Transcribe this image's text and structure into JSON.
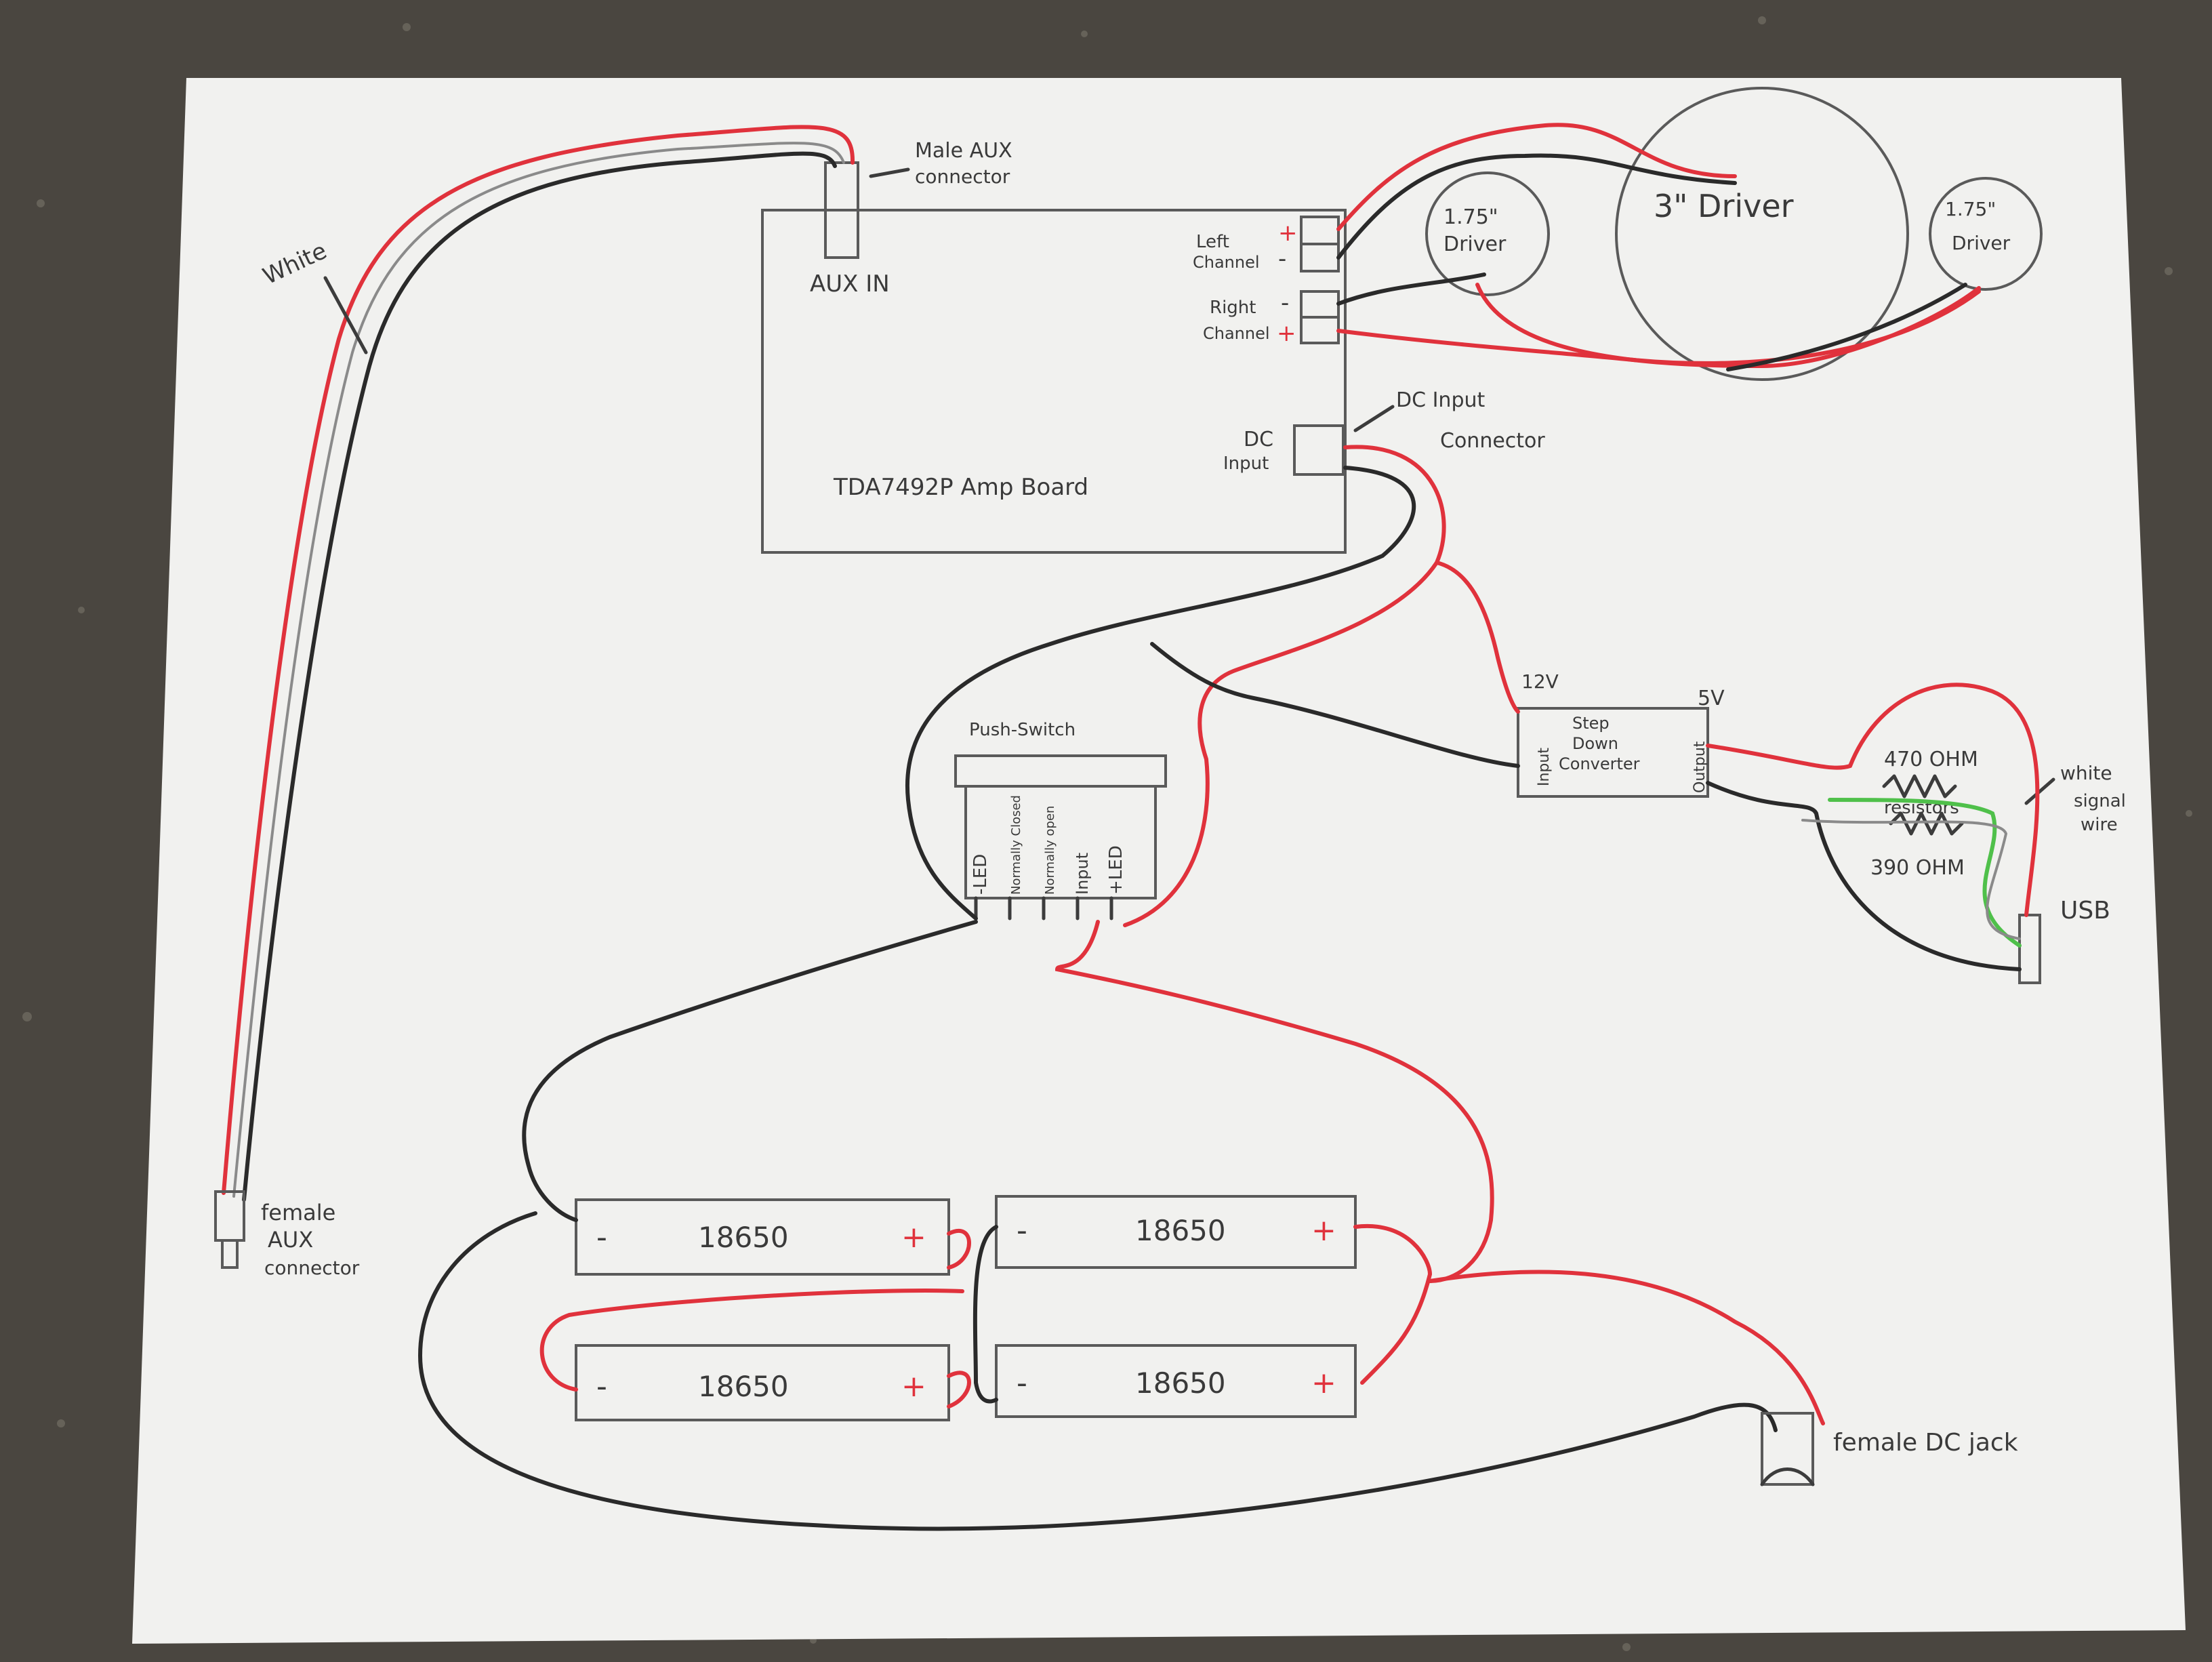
{
  "colors": {
    "background": "#4a4640",
    "paper": "#f1f1ef",
    "red_wire": "#e0323c",
    "black_wire": "#2a2a2a",
    "green_wire": "#4fc04a",
    "pencil": "#3c3c3c"
  },
  "labels": {
    "male_aux_line1": "Male AUX",
    "male_aux_line2": "connector",
    "white_cable": "White",
    "aux_in": "AUX IN",
    "left_channel_line1": "Left",
    "left_channel_line2": "Channel",
    "right_channel_line1": "Right",
    "right_channel_line2": "Channel",
    "plus": "+",
    "minus": "-",
    "dc_input_connector_line1": "DC Input",
    "dc_input_connector_line2": "Connector",
    "dc_input_line1": "DC",
    "dc_input_line2": "Input",
    "amp_board": "TDA7492P Amp Board",
    "driver_left_line1": "1.75\"",
    "driver_left_line2": "Driver",
    "driver_center": "3\" Driver",
    "driver_right_line1": "1.75\"",
    "driver_right_line2": "Driver",
    "push_switch": "Push-Switch",
    "switch_pins": [
      "-LED",
      "Normally Closed",
      "Normally open",
      "Input",
      "+LED"
    ],
    "voltage_in": "12V",
    "voltage_out": "5V",
    "step_down_line1": "Step",
    "step_down_line2": "Down",
    "step_down_line3": "Converter",
    "step_down_input": "Input",
    "step_down_output": "Output",
    "resistor_470": "470 OHM",
    "resistors": "resistors",
    "resistor_390": "390 OHM",
    "white_signal_line1": "white",
    "white_signal_line2": "signal",
    "white_signal_line3": "wire",
    "usb": "USB",
    "female_aux_line1": "female",
    "female_aux_line2": "AUX",
    "female_aux_line3": "connector",
    "female_dc_jack": "female DC jack",
    "battery_label": "18650"
  }
}
